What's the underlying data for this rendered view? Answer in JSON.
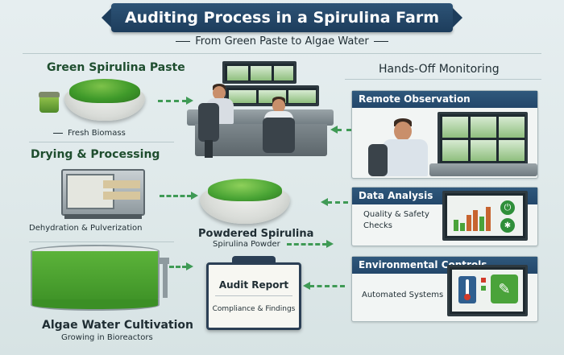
{
  "title": "Auditing Process in a Spirulina Farm",
  "subtitle": "From Green Paste to Algae Water",
  "steps": {
    "paste": {
      "title": "Green Spirulina Paste",
      "caption": "Fresh Biomass"
    },
    "drying": {
      "title": "Drying & Processing",
      "caption": "Dehydration & Pulverization"
    },
    "powder": {
      "title": "Powdered Spirulina",
      "caption": "Spirulina Powder"
    },
    "cultivation": {
      "title": "Algae Water Cultivation",
      "caption": "Growing in Bioreactors"
    },
    "audit": {
      "title": "Audit Report",
      "caption": "Compliance & Findings"
    }
  },
  "monitoring": {
    "heading": "Hands-Off Monitoring",
    "remote": {
      "title": "Remote Observation"
    },
    "analysis": {
      "title": "Data Analysis",
      "text_line1": "Quality & Safety",
      "text_line2": "Checks"
    },
    "environment": {
      "title": "Environmental Controls",
      "text": "Automated Systems"
    }
  },
  "colors": {
    "banner": "#2d5376",
    "accent_green": "#3f9a55",
    "panel_header": "#2f587c",
    "algae": "#3f9a2a"
  },
  "icons": [
    "bowl-icon",
    "jar-icon",
    "dryer-machine-icon",
    "bioreactor-tank-icon",
    "clipboard-icon",
    "bar-chart-icon",
    "power-icon",
    "thermometer-icon",
    "wrench-icon"
  ]
}
